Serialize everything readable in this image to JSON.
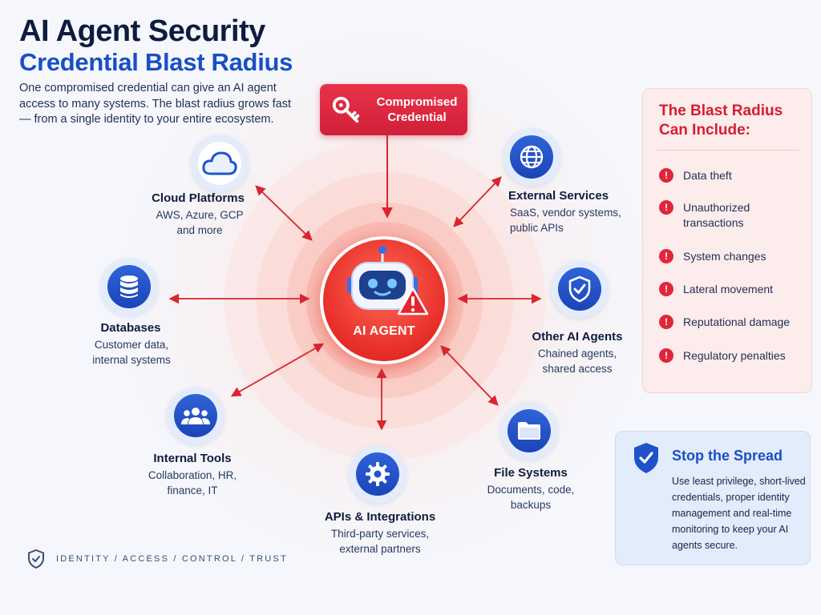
{
  "header": {
    "title": "AI Agent Security",
    "subtitle": "Credential Blast Radius",
    "intro": "One compromised credential can give an AI agent access to many systems. The blast radius grows fast — from a single identity to your entire ecosystem."
  },
  "credential": {
    "label": "Compromised Credential",
    "icon": "key-icon"
  },
  "agent": {
    "label": "AI AGENT",
    "icon": "robot-icon"
  },
  "nodes": {
    "cloud": {
      "title": "Cloud Platforms",
      "desc": "AWS, Azure, GCP and more",
      "icon": "cloud-icon"
    },
    "external": {
      "title": "External Services",
      "desc": "SaaS, vendor systems, public APIs",
      "icon": "globe-icon"
    },
    "databases": {
      "title": "Databases",
      "desc": "Customer data, internal systems",
      "icon": "database-icon"
    },
    "otherai": {
      "title": "Other AI Agents",
      "desc": "Chained agents, shared access",
      "icon": "shield-check-icon"
    },
    "tools": {
      "title": "Internal Tools",
      "desc": "Collaboration, HR, finance, IT",
      "icon": "users-icon"
    },
    "files": {
      "title": "File Systems",
      "desc": "Documents, code, backups",
      "icon": "folder-icon"
    },
    "apis": {
      "title": "APIs & Integrations",
      "desc": "Third-party services, external partners",
      "icon": "gear-icon"
    }
  },
  "blast": {
    "title": "The Blast Radius Can Include:",
    "items": [
      "Data theft",
      "Unauthorized transactions",
      "System changes",
      "Lateral movement",
      "Reputational damage",
      "Regulatory penalties"
    ]
  },
  "stop": {
    "title": "Stop the Spread",
    "text": "Use least privilege, short-lived credentials, proper identity management and real-time monitoring to keep your AI agents secure."
  },
  "footer": {
    "text": "IDENTITY  /  ACCESS  /  CONTROL  /  TRUST"
  },
  "colors": {
    "accent_red": "#e0263b",
    "accent_blue": "#1a4fc4",
    "navy": "#0f1c3f"
  }
}
